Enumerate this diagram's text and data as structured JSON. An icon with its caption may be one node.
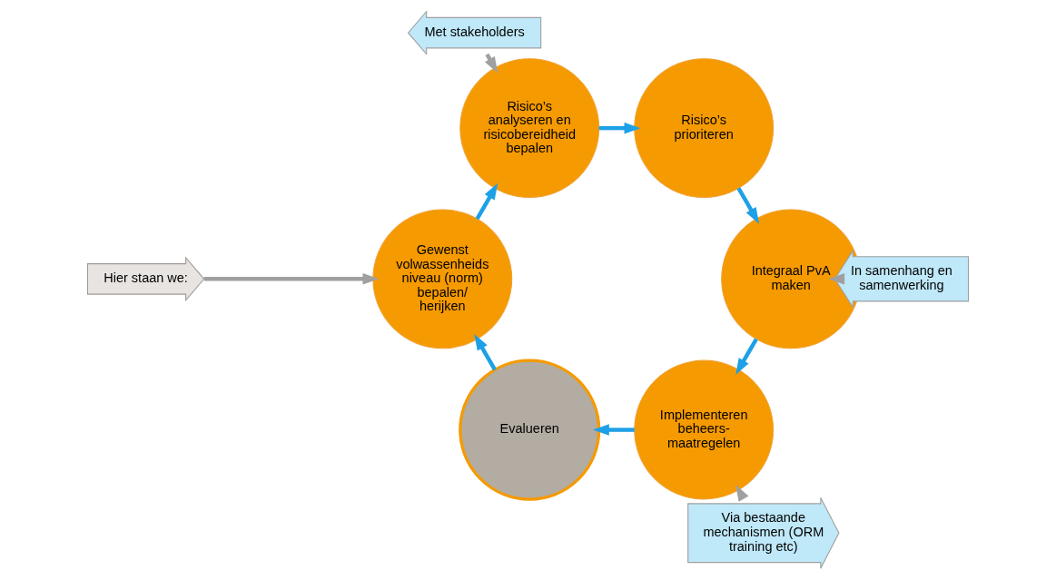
{
  "diagram": {
    "nodes": [
      {
        "text": [
          "Hier staan we:"
        ]
      },
      {
        "text": [
          "Gewenst volwassenheids niveau (norm) bepalen/ herijken"
        ]
      },
      {
        "text": [
          "Evalueren"
        ]
      },
      {
        "text": [
          "Risico’s analyseren en risicobereidheid bepalen"
        ]
      },
      {
        "text": [
          "Met stakeholders"
        ]
      },
      {
        "text": [
          "Risico’s prioriteren"
        ]
      },
      {
        "text": [
          "Via bestaande mechanismen (ORM training etc)"
        ]
      },
      {
        "text": [
          "Implementeren beheers- maatregelen"
        ]
      },
      {
        "text": [
          "Integraal PvA maken"
        ]
      },
      {
        "text": [
          "In samenhang en samenwerking"
        ]
      }
    ],
    "edges": [
      {
        "from": 1,
        "to": 3,
        "arrow": "to"
      },
      {
        "from": 3,
        "to": 5,
        "arrow": "to"
      },
      {
        "from": 5,
        "to": 8,
        "arrow": "to"
      },
      {
        "from": 8,
        "to": 7,
        "arrow": "to"
      },
      {
        "from": 7,
        "to": 2,
        "arrow": "to"
      },
      {
        "from": 2,
        "to": 1,
        "arrow": "to"
      },
      {
        "from": 0,
        "to": 1,
        "arrow": "to",
        "color": "#a0a0a0"
      },
      {
        "from": 4,
        "to": 3,
        "arrow": "to",
        "color": "#a0a0a0"
      },
      {
        "from": 6,
        "to": 7,
        "arrow": "to",
        "color": "#a0a0a0"
      },
      {
        "from": 9,
        "to": 8,
        "arrow": "to",
        "color": "#a0a0a0"
      }
    ]
  }
}
